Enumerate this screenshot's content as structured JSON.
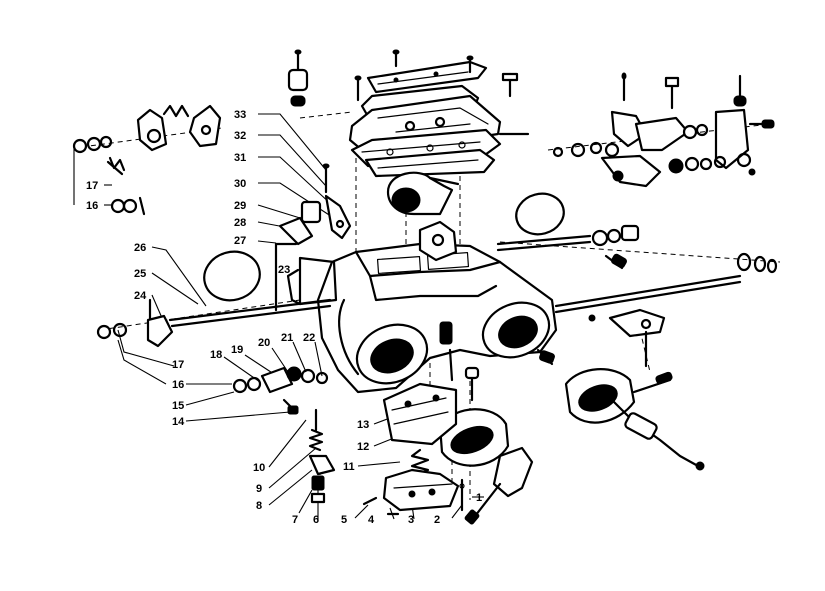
{
  "diagram": {
    "callouts": [
      "1",
      "2",
      "3",
      "4",
      "5",
      "6",
      "7",
      "8",
      "9",
      "10",
      "11",
      "12",
      "13",
      "14",
      "15",
      "16",
      "17",
      "18",
      "19",
      "20",
      "21",
      "22",
      "23",
      "24",
      "25",
      "26",
      "27",
      "28",
      "29",
      "30",
      "31",
      "32",
      "33",
      "16",
      "17"
    ]
  }
}
